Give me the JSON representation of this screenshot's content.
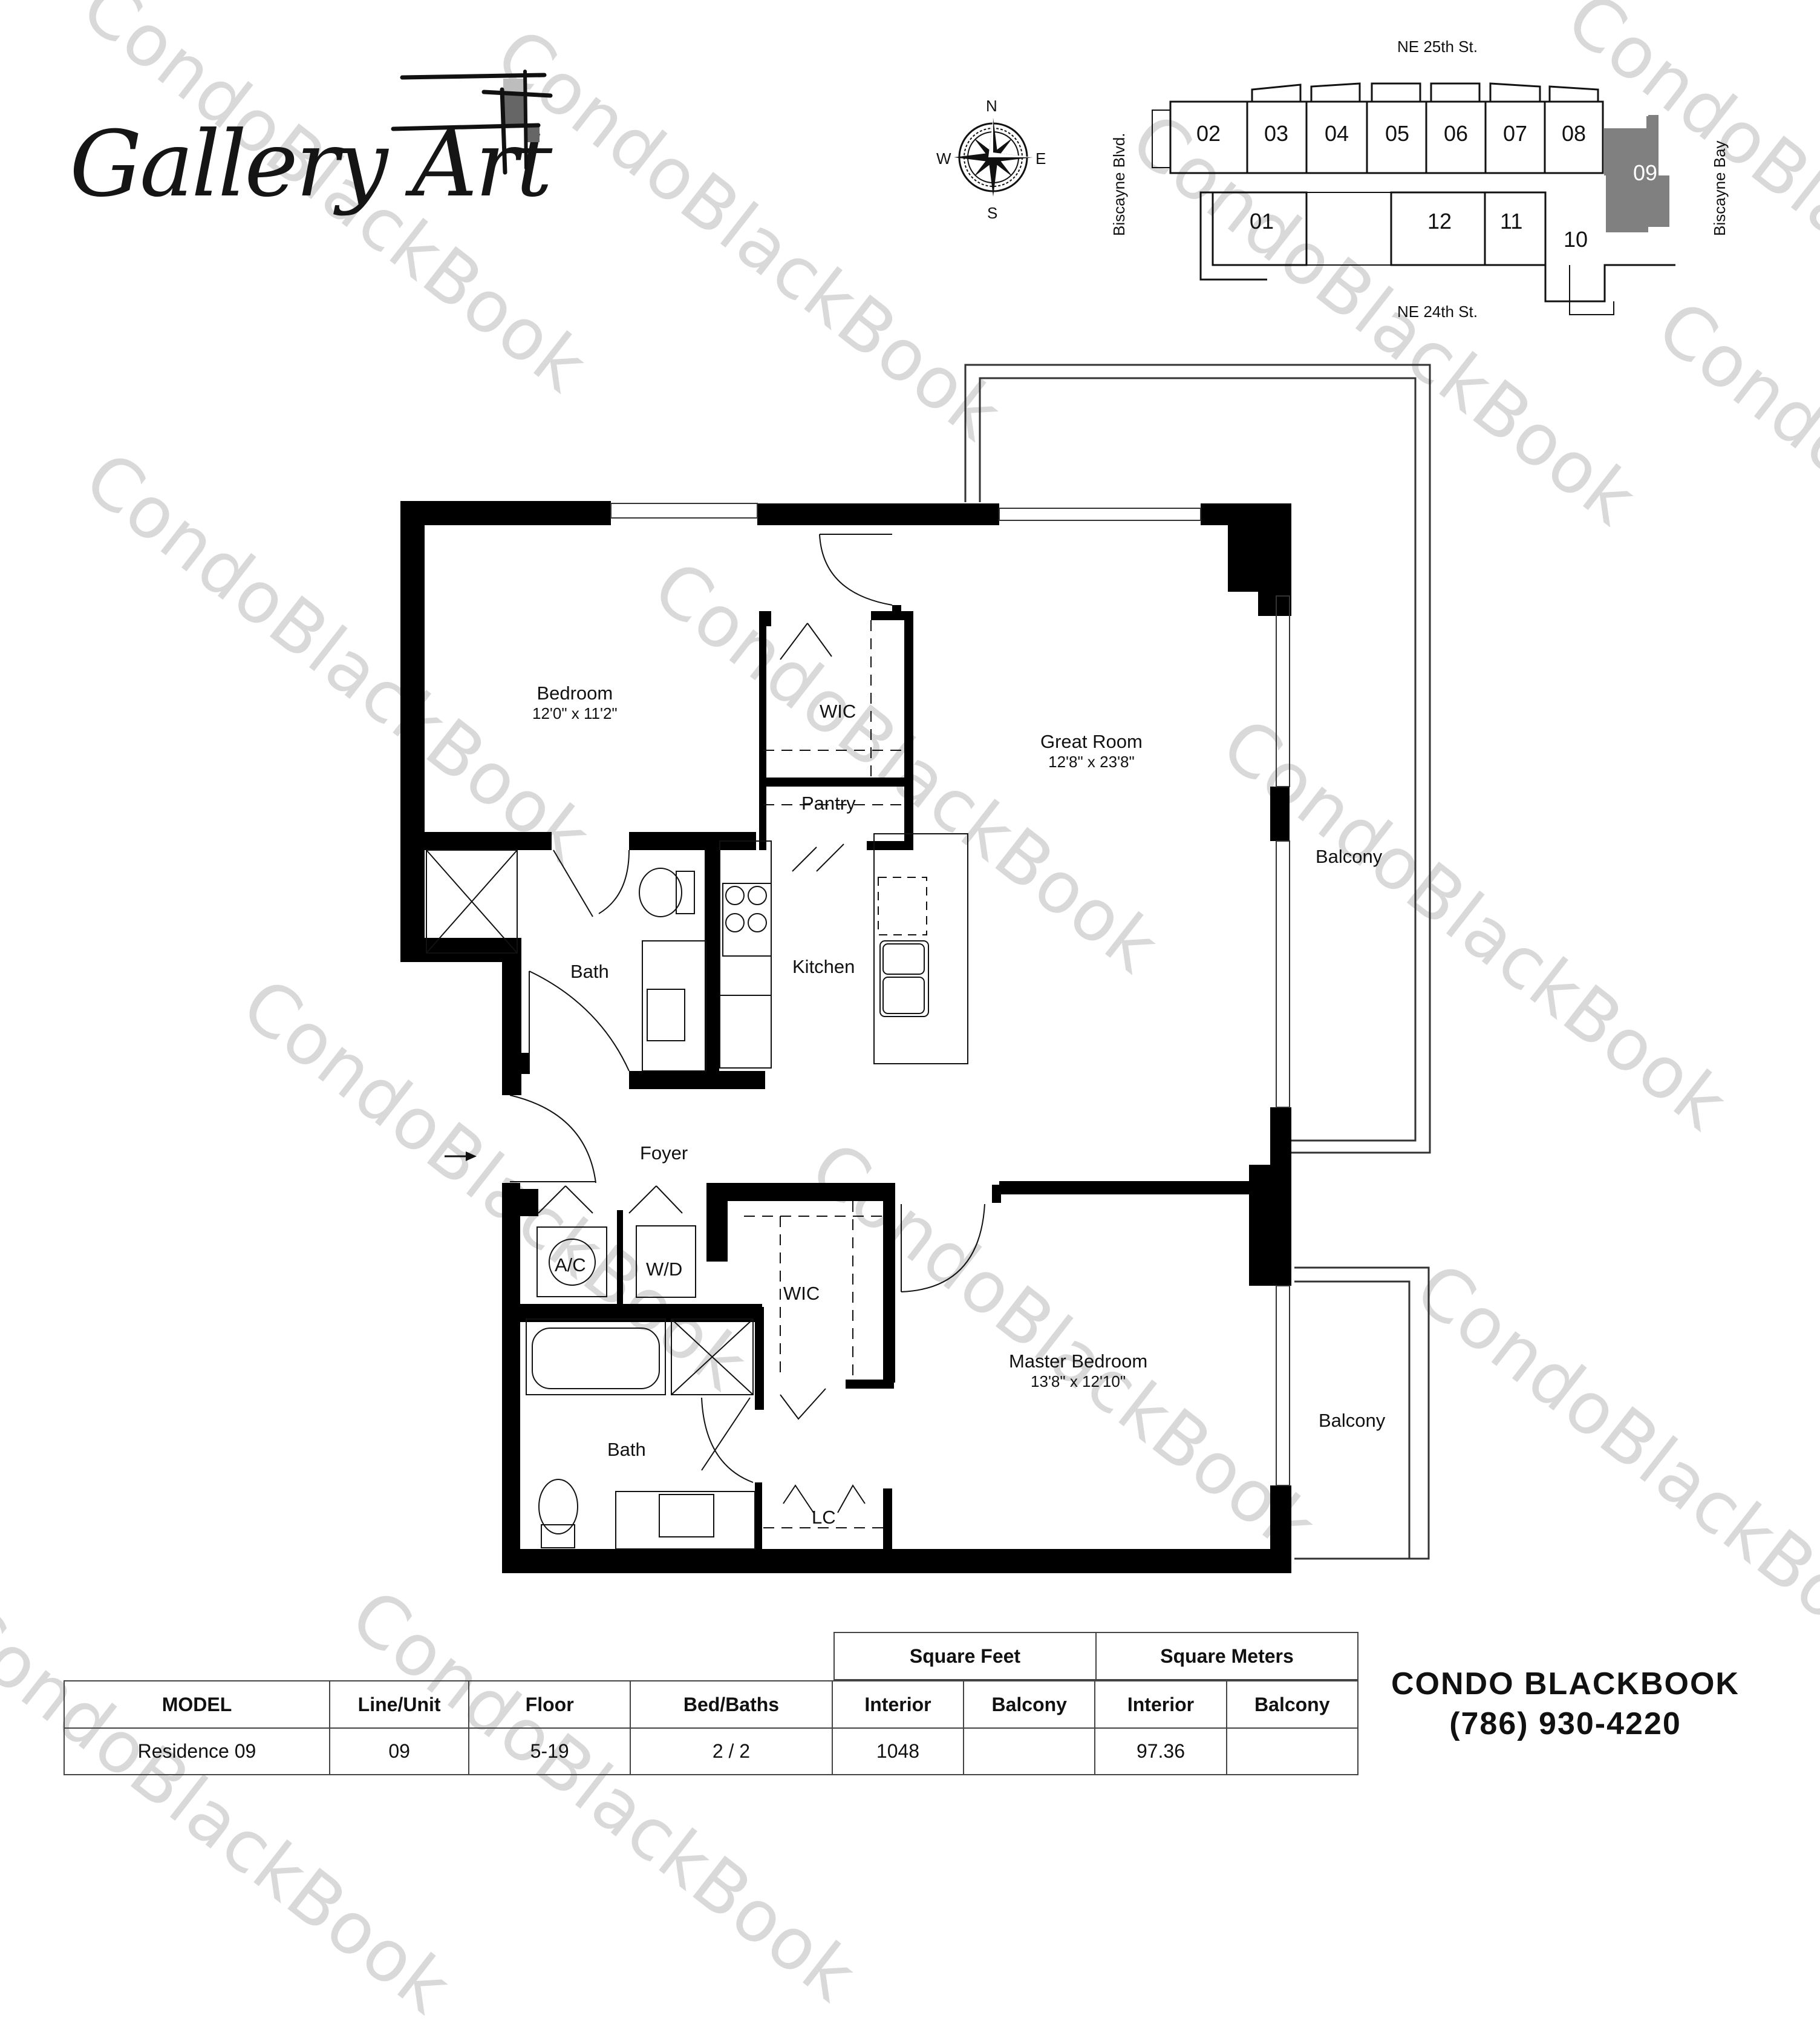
{
  "brand": {
    "logo_text": "Gallery Art",
    "company": "CONDO BLACKBOOK",
    "phone": "(786) 930-4220"
  },
  "watermark": {
    "text": "CondoBlackBook",
    "color": "#d9d9d9"
  },
  "compass": {
    "n": "N",
    "s": "S",
    "e": "E",
    "w": "W"
  },
  "keyplan": {
    "streets": {
      "north": "NE 25th St.",
      "south": "NE 24th St.",
      "west": "Biscayne Blvd.",
      "east": "Biscayne Bay"
    },
    "units": [
      "01",
      "02",
      "03",
      "04",
      "05",
      "06",
      "07",
      "08",
      "09",
      "10",
      "11",
      "12"
    ],
    "highlighted_unit": "09",
    "highlight_color": "#808080"
  },
  "floorplan": {
    "rooms": [
      {
        "id": "bedroom",
        "name": "Bedroom",
        "dims": "12'0\" x 11'2\""
      },
      {
        "id": "great-room",
        "name": "Great Room",
        "dims": "12'8\" x 23'8\""
      },
      {
        "id": "master-bedroom",
        "name": "Master Bedroom",
        "dims": "13'8\" x 12'10\""
      },
      {
        "id": "wic-1",
        "name": "WIC"
      },
      {
        "id": "pantry",
        "name": "Pantry"
      },
      {
        "id": "bath-1",
        "name": "Bath"
      },
      {
        "id": "kitchen",
        "name": "Kitchen"
      },
      {
        "id": "foyer",
        "name": "Foyer"
      },
      {
        "id": "ac",
        "name": "A/C"
      },
      {
        "id": "wd",
        "name": "W/D"
      },
      {
        "id": "wic-2",
        "name": "WIC"
      },
      {
        "id": "bath-2",
        "name": "Bath"
      },
      {
        "id": "lc",
        "name": "LC"
      },
      {
        "id": "balcony-1",
        "name": "Balcony"
      },
      {
        "id": "balcony-2",
        "name": "Balcony"
      }
    ]
  },
  "spec_table": {
    "group_headers": {
      "sqft": "Square Feet",
      "sqm": "Square Meters"
    },
    "headers": [
      "MODEL",
      "Line/Unit",
      "Floor",
      "Bed/Baths",
      "Interior",
      "Balcony",
      "Interior",
      "Balcony"
    ],
    "row": [
      "Residence 09",
      "09",
      "5-19",
      "2 / 2",
      "1048",
      "",
      "97.36",
      ""
    ]
  }
}
